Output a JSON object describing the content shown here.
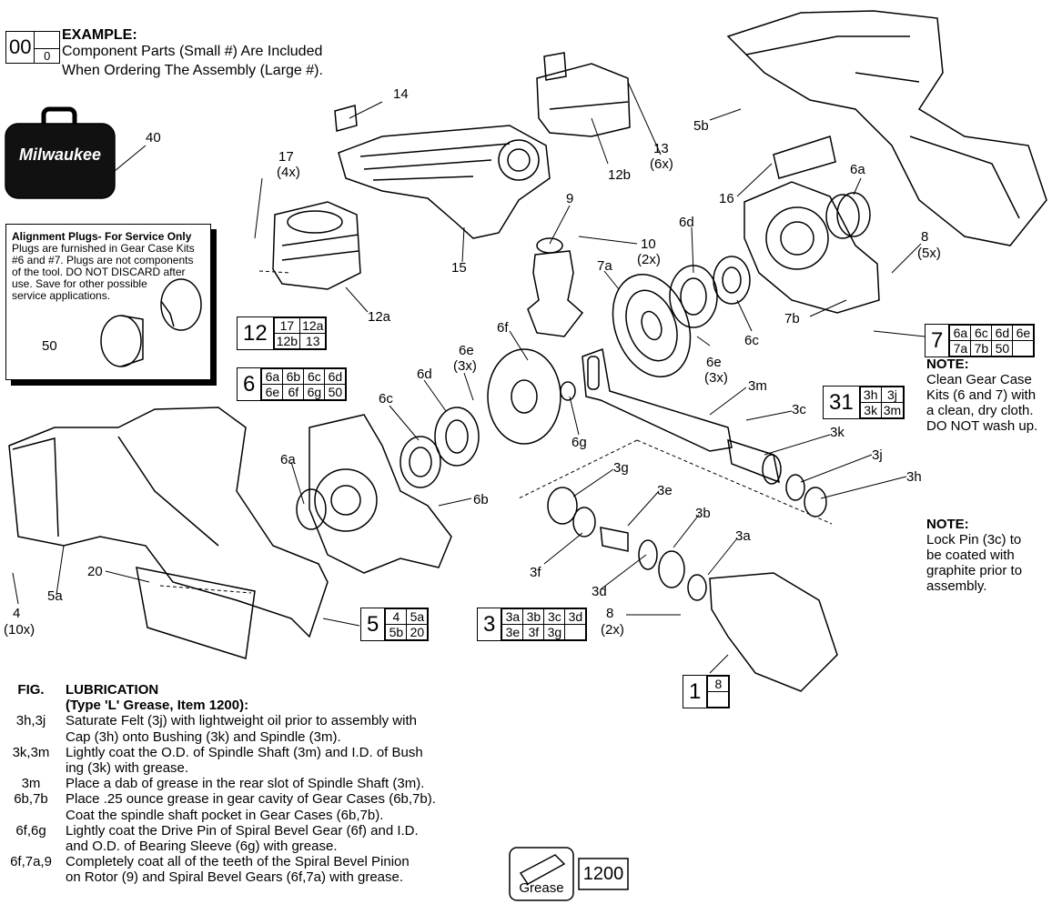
{
  "example": {
    "big": "00",
    "small": "0",
    "title": "EXAMPLE:",
    "line1": "Component Parts (Small #) Are Included",
    "line2": "When Ordering The Assembly (Large #)."
  },
  "case": {
    "brand": "Milwaukee"
  },
  "alignment_box": {
    "title": "Alignment Plugs- For Service Only",
    "lines": [
      "Plugs are furnished in Gear Case Kits",
      "#6 and #7. Plugs are not components",
      "of the tool. DO NOT DISCARD after",
      "use. Save for other possible",
      "service applications."
    ]
  },
  "labels": {
    "p40": "40",
    "p14": "14",
    "p17": "17",
    "p17q": "(4x)",
    "p15": "15",
    "p12a": "12a",
    "p12b": "12b",
    "p13": "13",
    "p13q": "(6x)",
    "p9": "9",
    "p10": "10",
    "p10q": "(2x)",
    "p5b": "5b",
    "p16": "16",
    "p6a_r": "6a",
    "p6d_r": "6d",
    "p8_r": "8",
    "p8_rq": "(5x)",
    "p7a": "7a",
    "p7b": "7b",
    "p6c_r": "6c",
    "p6e_r": "6e",
    "p6e_rq": "(3x)",
    "p6f": "6f",
    "p6e_l": "6e",
    "p6e_lq": "(3x)",
    "p6d_l": "6d",
    "p6c_l": "6c",
    "p6g": "6g",
    "p3m": "3m",
    "p3c": "3c",
    "p3k": "3k",
    "p3j": "3j",
    "p3h": "3h",
    "p3g": "3g",
    "p3e": "3e",
    "p3b": "3b",
    "p3a": "3a",
    "p3f": "3f",
    "p3d": "3d",
    "p8_b": "8",
    "p8_bq": "(2x)",
    "p6a_l": "6a",
    "p6b": "6b",
    "p50": "50",
    "p20": "20",
    "p4": "4",
    "p4q": "(10x)",
    "p5a": "5a"
  },
  "groups": {
    "g12": {
      "num": "12",
      "rows": [
        [
          "17",
          "12a"
        ],
        [
          "12b",
          "13"
        ]
      ]
    },
    "g6": {
      "num": "6",
      "rows": [
        [
          "6a",
          "6b",
          "6c",
          "6d"
        ],
        [
          "6e",
          "6f",
          "6g",
          "50"
        ]
      ]
    },
    "g7": {
      "num": "7",
      "rows": [
        [
          "6a",
          "6c",
          "6d",
          "6e"
        ],
        [
          "7a",
          "7b",
          "50",
          ""
        ]
      ]
    },
    "g31": {
      "num": "31",
      "rows": [
        [
          "3h",
          "3j"
        ],
        [
          "3k",
          "3m"
        ]
      ]
    },
    "g5": {
      "num": "5",
      "rows": [
        [
          "4",
          "5a"
        ],
        [
          "5b",
          "20"
        ]
      ]
    },
    "g3": {
      "num": "3",
      "rows": [
        [
          "3a",
          "3b",
          "3c",
          "3d"
        ],
        [
          "3e",
          "3f",
          "3g",
          ""
        ]
      ]
    },
    "g1": {
      "num": "1",
      "rows": [
        [
          "8"
        ],
        [
          ""
        ]
      ]
    }
  },
  "notes": {
    "n1": {
      "title": "NOTE:",
      "lines": [
        "Clean Gear Case",
        "Kits (6 and 7) with",
        "a clean, dry cloth.",
        "DO NOT wash up."
      ]
    },
    "n2": {
      "title": "NOTE:",
      "lines": [
        "Lock Pin (3c) to",
        "be coated with",
        "graphite prior to",
        "assembly."
      ]
    }
  },
  "lubrication": {
    "fig_header": "FIG.",
    "title": "LUBRICATION",
    "subtitle": "(Type 'L' Grease, Item 1200):",
    "rows": [
      {
        "fig": "3h,3j",
        "lines": [
          "Saturate Felt (3j) with lightweight oil prior to assembly with",
          "Cap (3h) onto Bushing (3k) and Spindle (3m)."
        ]
      },
      {
        "fig": "3k,3m",
        "lines": [
          "Lightly coat the O.D. of Spindle Shaft (3m) and I.D. of Bush",
          "ing (3k) with grease."
        ]
      },
      {
        "fig": "3m",
        "lines": [
          "Place a dab of grease in the rear slot of Spindle Shaft (3m)."
        ]
      },
      {
        "fig": "6b,7b",
        "lines": [
          "Place .25 ounce grease in gear cavity of Gear Cases (6b,7b).",
          "Coat the spindle shaft pocket in Gear Cases (6b,7b)."
        ]
      },
      {
        "fig": "6f,6g",
        "lines": [
          "Lightly coat the Drive Pin of Spiral Bevel Gear (6f) and I.D.",
          "and O.D. of Bearing Sleeve (6g) with grease."
        ]
      },
      {
        "fig": "6f,7a,9",
        "lines": [
          "Completely coat all of the teeth of the Spiral Bevel Pinion",
          "on Rotor (9) and Spiral Bevel Gears (6f,7a) with grease."
        ]
      }
    ]
  },
  "grease": {
    "label": "Grease",
    "item": "1200"
  }
}
